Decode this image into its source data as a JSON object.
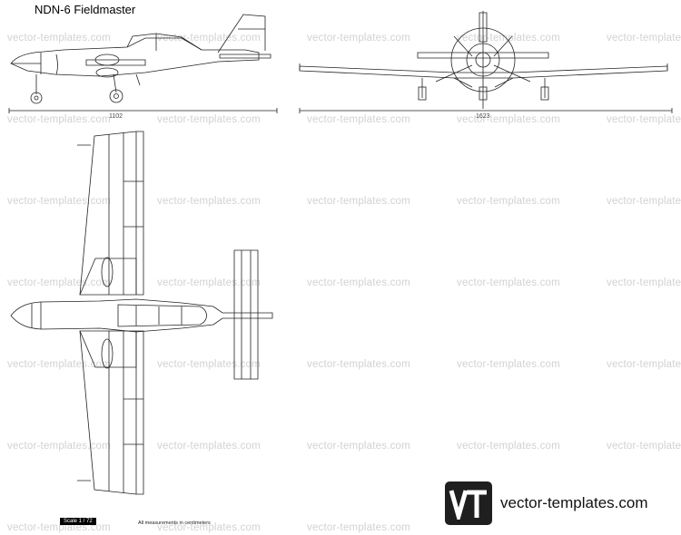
{
  "title": "NDN-6 Fieldmaster",
  "watermark": "vector-templates.com",
  "dimensions": {
    "side_length": "1102",
    "front_span": "1623"
  },
  "scale_label": "Scale 1 / 72",
  "measurement_note": "All measurements in centimeters",
  "brand": {
    "logo_text": "VT",
    "site": "vector-templates.com"
  }
}
